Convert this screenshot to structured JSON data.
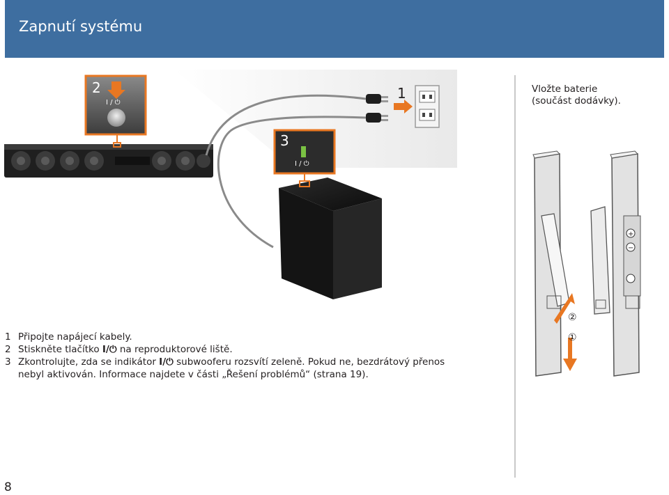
{
  "header": {
    "title": "Zapnutí systému"
  },
  "figure": {
    "label_2": "2",
    "label_1": "1",
    "label_3": "3",
    "button_symbol": "I / ⏻",
    "sub_symbol": "I / ⏻"
  },
  "battery": {
    "caption_line1": "Vložte baterie",
    "caption_line2": "(součást dodávky).",
    "step_1": "①",
    "step_2": "②",
    "plus": "+",
    "minus": "−"
  },
  "steps": [
    {
      "num": "1",
      "text": "Připojte napájecí kabely."
    },
    {
      "num": "2",
      "text_before": "Stiskněte tlačítko ",
      "symbol": "I/⏻",
      "text_after": " na reproduktorové liště."
    },
    {
      "num": "3",
      "text_before": "Zkontrolujte, zda se indikátor ",
      "symbol": "I/⏻",
      "text_after": " subwooferu rozsvítí zeleně. Pokud ne, bezdrátový přenos nebyl aktivován. Informace najdete v části „Řešení problémů“ (strana 19)."
    }
  ],
  "page_number": "8",
  "colors": {
    "header": "#3e6ea0",
    "callout": "#e87722",
    "led": "#7ac143"
  }
}
